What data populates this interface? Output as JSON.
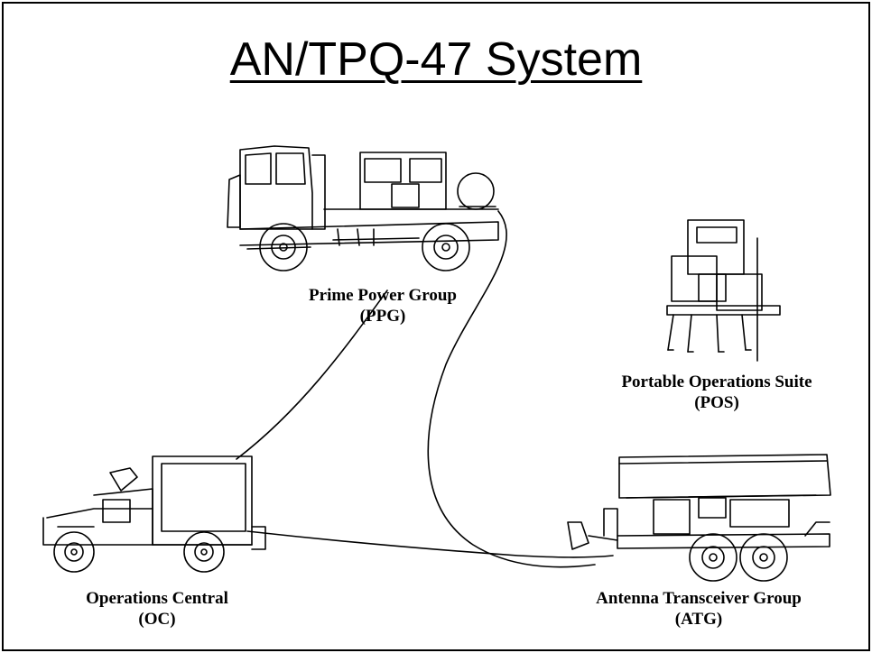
{
  "title": "AN/TPQ-47 System",
  "components": {
    "ppg": {
      "name": "Prime Power Group",
      "abbr": "(PPG)"
    },
    "pos": {
      "name": "Portable Operations Suite",
      "abbr": "(POS)"
    },
    "oc": {
      "name": "Operations Central",
      "abbr": "(OC)"
    },
    "atg": {
      "name": "Antenna Transceiver Group",
      "abbr": "(ATG)"
    }
  },
  "colors": {
    "line": "#000000",
    "background": "#ffffff"
  }
}
